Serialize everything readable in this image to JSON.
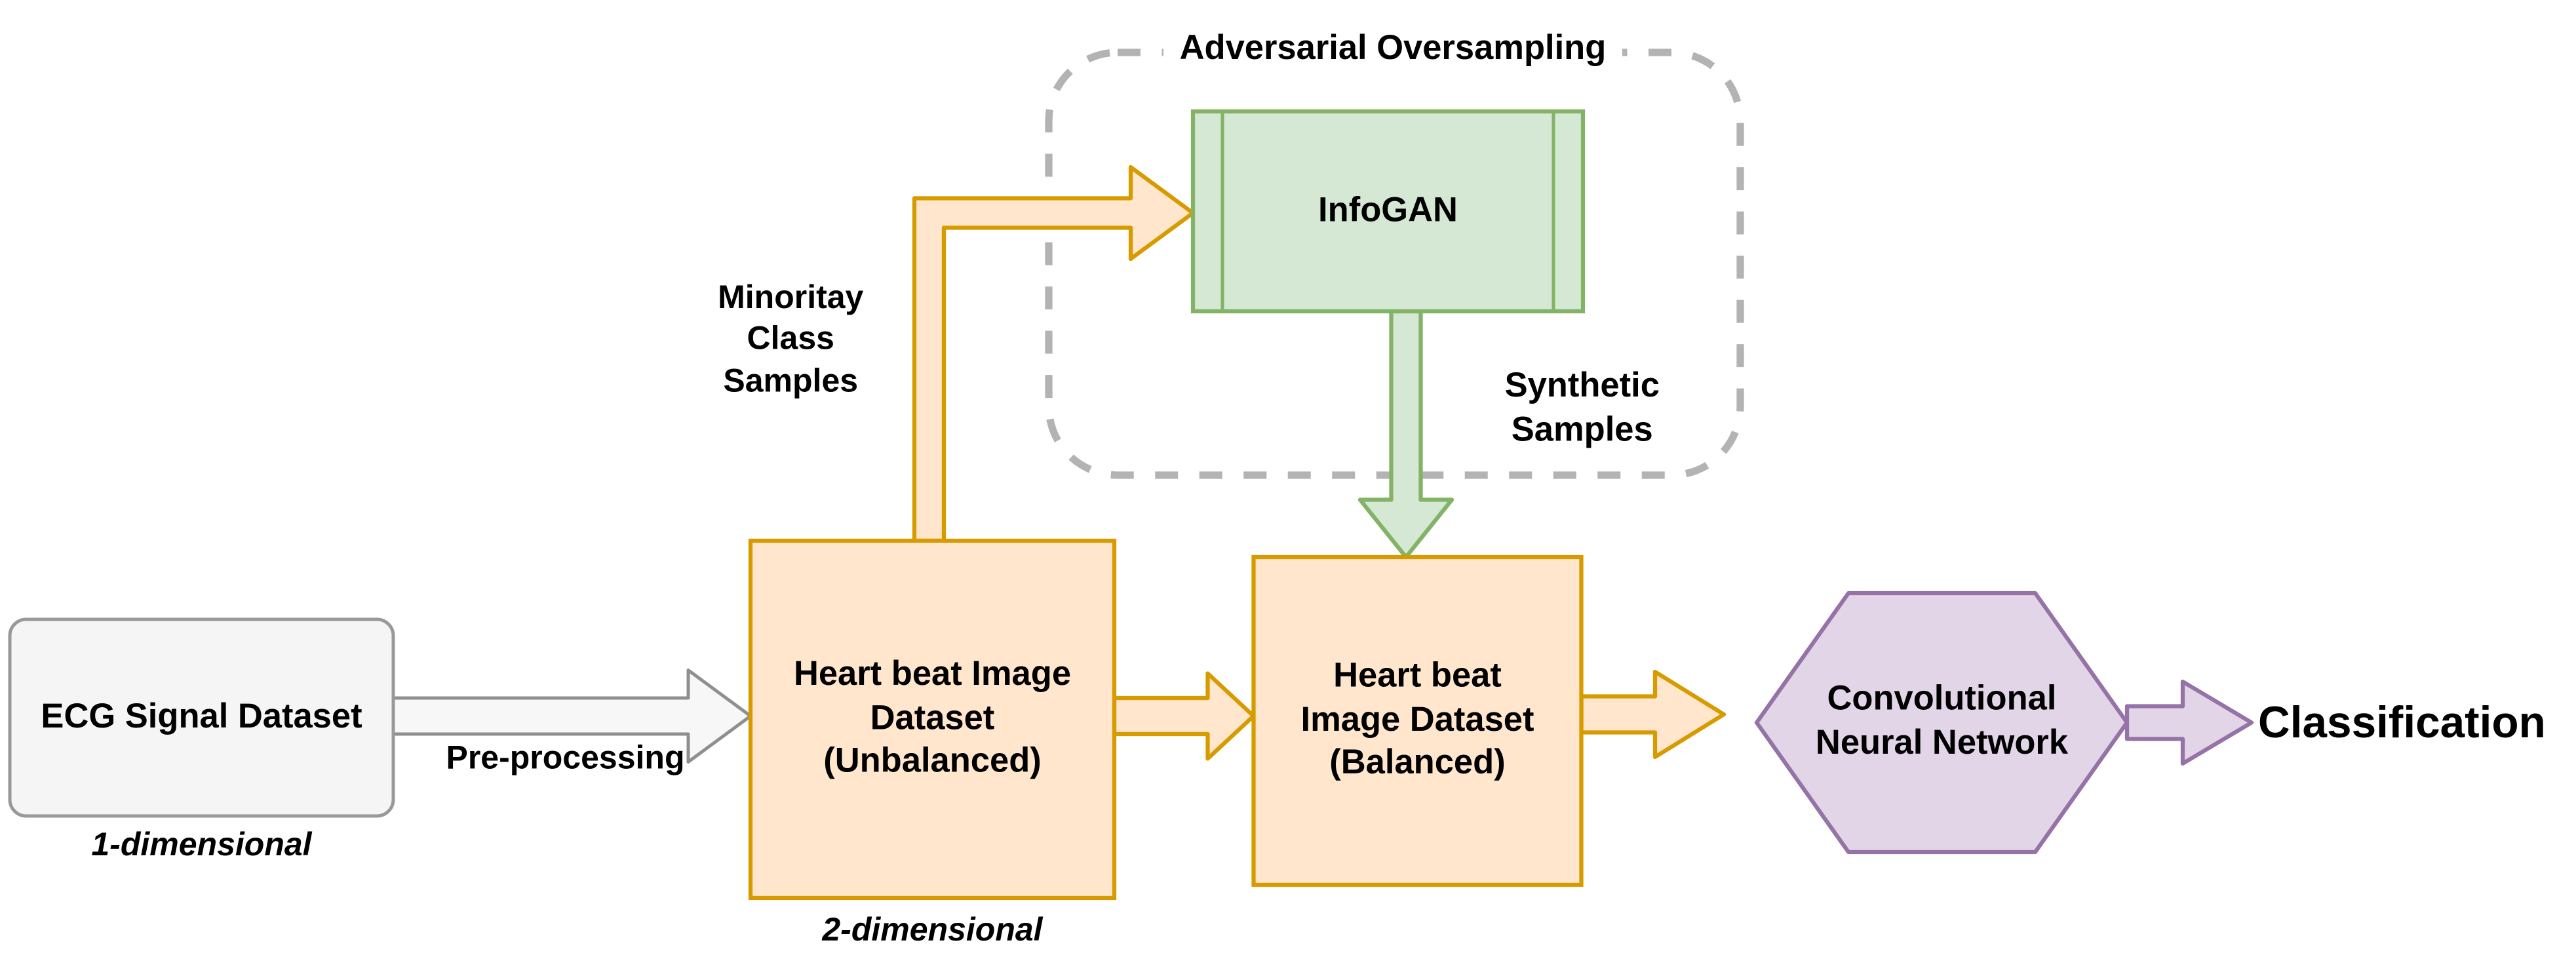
{
  "diagram": {
    "container": {
      "label": "Adversarial Oversampling"
    },
    "nodes": {
      "ecg": {
        "label": "ECG Signal Dataset",
        "dimension": "1-dimensional"
      },
      "unbalanced": {
        "label": "Heart beat Image\nDataset\n(Unbalanced)",
        "dimension": "2-dimensional"
      },
      "infogan": {
        "label": "InfoGAN"
      },
      "balanced": {
        "label": "Heart beat\nImage Dataset\n(Balanced)"
      },
      "cnn": {
        "label": "Convolutional\nNeural Network"
      },
      "classification": {
        "label": "Classification"
      }
    },
    "edges": {
      "preprocessing": {
        "label": "Pre-processing"
      },
      "minority": {
        "label": "Minoritay\nClass\nSamples"
      },
      "synthetic": {
        "label": "Synthetic\nSamples"
      }
    },
    "colors": {
      "orange_fill": "#ffe6cc",
      "orange_stroke": "#d79b00",
      "green_fill": "#d5e8d4",
      "green_stroke": "#82b366",
      "purple_fill": "#e1d5e7",
      "purple_stroke": "#9673a6",
      "gray_fill": "#f5f5f5",
      "gray_stroke": "#999999",
      "arrow_gray_fill": "#f7f7f7",
      "arrow_gray_stroke": "#8f8f8f",
      "dashed_border": "#b3b3b3",
      "text": "#000000"
    }
  }
}
